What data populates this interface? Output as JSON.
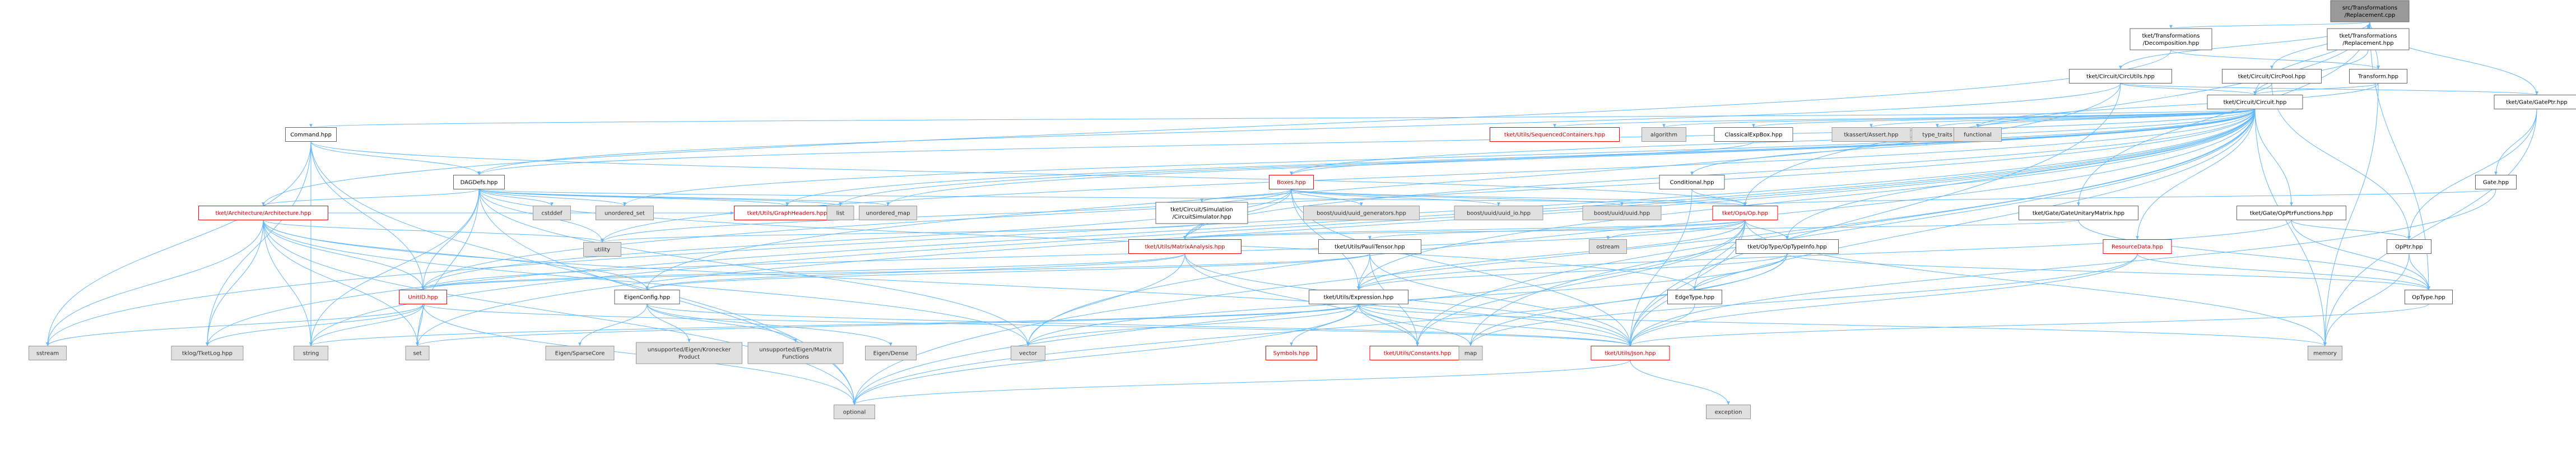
{
  "colors": {
    "root_fill": "#999999",
    "root_stroke": "#666666",
    "doc_fill": "#ffffff",
    "doc_stroke": "#666666",
    "ext_fill": "#e0e0e0",
    "ext_stroke": "#999999",
    "red_stroke": "#ff0000",
    "edge": "#63b8ff"
  },
  "nodes": [
    {
      "id": "root",
      "lines": [
        "src/Transformations",
        "/Replacement.cpp"
      ],
      "kind": "root"
    },
    {
      "id": "decomp",
      "lines": [
        "tket/Transformations",
        "/Decomposition.hpp"
      ],
      "kind": "doc"
    },
    {
      "id": "replhpp",
      "lines": [
        "tket/Transformations",
        "/Replacement.hpp"
      ],
      "kind": "doc"
    },
    {
      "id": "circutils",
      "lines": [
        "tket/Circuit/CircUtils.hpp"
      ],
      "kind": "doc"
    },
    {
      "id": "circpool",
      "lines": [
        "tket/Circuit/CircPool.hpp"
      ],
      "kind": "doc"
    },
    {
      "id": "transform",
      "lines": [
        "Transform.hpp"
      ],
      "kind": "doc"
    },
    {
      "id": "circuit",
      "lines": [
        "tket/Circuit/Circuit.hpp"
      ],
      "kind": "doc"
    },
    {
      "id": "gateptr",
      "lines": [
        "tket/Gate/GatePtr.hpp"
      ],
      "kind": "doc"
    },
    {
      "id": "command",
      "lines": [
        "Command.hpp"
      ],
      "kind": "doc"
    },
    {
      "id": "seqcont",
      "lines": [
        "tket/Utils/SequencedContainers.hpp"
      ],
      "kind": "red"
    },
    {
      "id": "algorithm",
      "lines": [
        "algorithm"
      ],
      "kind": "ext"
    },
    {
      "id": "classexp",
      "lines": [
        "ClassicalExpBox.hpp"
      ],
      "kind": "doc"
    },
    {
      "id": "tkassert",
      "lines": [
        "tkassert/Assert.hpp"
      ],
      "kind": "ext"
    },
    {
      "id": "typetraits",
      "lines": [
        "type_traits"
      ],
      "kind": "ext"
    },
    {
      "id": "functional",
      "lines": [
        "functional"
      ],
      "kind": "ext"
    },
    {
      "id": "dagdefs",
      "lines": [
        "DAGDefs.hpp"
      ],
      "kind": "doc"
    },
    {
      "id": "boxes",
      "lines": [
        "Boxes.hpp"
      ],
      "kind": "red"
    },
    {
      "id": "conditional",
      "lines": [
        "Conditional.hpp"
      ],
      "kind": "doc"
    },
    {
      "id": "gatehpp",
      "lines": [
        "Gate.hpp"
      ],
      "kind": "doc"
    },
    {
      "id": "architecture",
      "lines": [
        "tket/Architecture/Architecture.hpp"
      ],
      "kind": "red"
    },
    {
      "id": "cstddef",
      "lines": [
        "cstddef"
      ],
      "kind": "ext"
    },
    {
      "id": "unordered_set",
      "lines": [
        "unordered_set"
      ],
      "kind": "ext"
    },
    {
      "id": "graphheaders",
      "lines": [
        "tket/Utils/GraphHeaders.hpp"
      ],
      "kind": "red"
    },
    {
      "id": "list",
      "lines": [
        "list"
      ],
      "kind": "ext"
    },
    {
      "id": "unordered_map",
      "lines": [
        "unordered_map"
      ],
      "kind": "ext"
    },
    {
      "id": "circsim",
      "lines": [
        "tket/Circuit/Simulation",
        "/CircuitSimulator.hpp"
      ],
      "kind": "doc"
    },
    {
      "id": "uuidgen",
      "lines": [
        "boost/uuid/uuid_generators.hpp"
      ],
      "kind": "ext"
    },
    {
      "id": "uuidio",
      "lines": [
        "boost/uuid/uuid_io.hpp"
      ],
      "kind": "ext"
    },
    {
      "id": "uuid",
      "lines": [
        "boost/uuid/uuid.hpp"
      ],
      "kind": "ext"
    },
    {
      "id": "opop",
      "lines": [
        "tket/Ops/Op.hpp"
      ],
      "kind": "red"
    },
    {
      "id": "gateunitary",
      "lines": [
        "tket/Gate/GateUnitaryMatrix.hpp"
      ],
      "kind": "doc"
    },
    {
      "id": "opptrfunc",
      "lines": [
        "tket/Gate/OpPtrFunctions.hpp"
      ],
      "kind": "doc"
    },
    {
      "id": "utility",
      "lines": [
        "utility"
      ],
      "kind": "ext"
    },
    {
      "id": "matrixanalysis",
      "lines": [
        "tket/Utils/MatrixAnalysis.hpp"
      ],
      "kind": "red"
    },
    {
      "id": "paulitensor",
      "lines": [
        "tket/Utils/PauliTensor.hpp"
      ],
      "kind": "doc"
    },
    {
      "id": "ostream",
      "lines": [
        "ostream"
      ],
      "kind": "ext"
    },
    {
      "id": "optypeinfo",
      "lines": [
        "tket/OpType/OpTypeInfo.hpp"
      ],
      "kind": "doc"
    },
    {
      "id": "resourcedata",
      "lines": [
        "ResourceData.hpp"
      ],
      "kind": "red"
    },
    {
      "id": "opptr",
      "lines": [
        "OpPtr.hpp"
      ],
      "kind": "doc"
    },
    {
      "id": "unitid",
      "lines": [
        "UnitID.hpp"
      ],
      "kind": "red"
    },
    {
      "id": "eigenconfig",
      "lines": [
        "EigenConfig.hpp"
      ],
      "kind": "doc"
    },
    {
      "id": "expression",
      "lines": [
        "tket/Utils/Expression.hpp"
      ],
      "kind": "doc"
    },
    {
      "id": "edgetype",
      "lines": [
        "EdgeType.hpp"
      ],
      "kind": "doc"
    },
    {
      "id": "optype",
      "lines": [
        "OpType.hpp"
      ],
      "kind": "doc"
    },
    {
      "id": "sstream",
      "lines": [
        "sstream"
      ],
      "kind": "ext"
    },
    {
      "id": "tklog",
      "lines": [
        "tklog/TketLog.hpp"
      ],
      "kind": "ext"
    },
    {
      "id": "string",
      "lines": [
        "string"
      ],
      "kind": "ext"
    },
    {
      "id": "set",
      "lines": [
        "set"
      ],
      "kind": "ext"
    },
    {
      "id": "eigensparse",
      "lines": [
        "Eigen/SparseCore"
      ],
      "kind": "ext"
    },
    {
      "id": "kronecker",
      "lines": [
        "unsupported/Eigen/Kronecker",
        "Product"
      ],
      "kind": "ext"
    },
    {
      "id": "matrixfunctions",
      "lines": [
        "unsupported/Eigen/Matrix",
        "Functions"
      ],
      "kind": "ext"
    },
    {
      "id": "eigendense",
      "lines": [
        "Eigen/Dense"
      ],
      "kind": "ext"
    },
    {
      "id": "vector",
      "lines": [
        "vector"
      ],
      "kind": "ext"
    },
    {
      "id": "symbols",
      "lines": [
        "Symbols.hpp"
      ],
      "kind": "red"
    },
    {
      "id": "constants",
      "lines": [
        "tket/Utils/Constants.hpp"
      ],
      "kind": "red"
    },
    {
      "id": "map",
      "lines": [
        "map"
      ],
      "kind": "ext"
    },
    {
      "id": "json",
      "lines": [
        "tket/Utils/Json.hpp"
      ],
      "kind": "red"
    },
    {
      "id": "memory",
      "lines": [
        "memory"
      ],
      "kind": "ext"
    },
    {
      "id": "optional",
      "lines": [
        "optional"
      ],
      "kind": "ext"
    },
    {
      "id": "exception",
      "lines": [
        "exception"
      ],
      "kind": "ext"
    }
  ],
  "edges": [
    [
      "root",
      "decomp"
    ],
    [
      "root",
      "replhpp"
    ],
    [
      "root",
      "circutils"
    ],
    [
      "root",
      "circpool"
    ],
    [
      "root",
      "transform"
    ],
    [
      "root",
      "circuit"
    ],
    [
      "root",
      "gateptr"
    ],
    [
      "root",
      "gateunitary"
    ],
    [
      "root",
      "opop"
    ],
    [
      "root",
      "optype"
    ],
    [
      "decomp",
      "transform"
    ],
    [
      "decomp",
      "architecture"
    ],
    [
      "replhpp",
      "circuit"
    ],
    [
      "circutils",
      "circuit"
    ],
    [
      "circutils",
      "dagdefs"
    ],
    [
      "circutils",
      "gateptr"
    ],
    [
      "circutils",
      "eigenconfig"
    ],
    [
      "circutils",
      "json"
    ],
    [
      "circpool",
      "circuit"
    ],
    [
      "circpool",
      "opptr"
    ],
    [
      "transform",
      "circuit"
    ],
    [
      "transform",
      "functional"
    ],
    [
      "transform",
      "memory"
    ],
    [
      "gateptr",
      "gatehpp"
    ],
    [
      "gateptr",
      "opptr"
    ],
    [
      "gateptr",
      "memory"
    ],
    [
      "gatehpp",
      "opop"
    ],
    [
      "gatehpp",
      "json"
    ],
    [
      "circuit",
      "command"
    ],
    [
      "circuit",
      "seqcont"
    ],
    [
      "circuit",
      "algorithm"
    ],
    [
      "circuit",
      "classexp"
    ],
    [
      "circuit",
      "tkassert"
    ],
    [
      "circuit",
      "typetraits"
    ],
    [
      "circuit",
      "functional"
    ],
    [
      "circuit",
      "boxes"
    ],
    [
      "circuit",
      "conditional"
    ],
    [
      "circuit",
      "dagdefs"
    ],
    [
      "circuit",
      "graphheaders"
    ],
    [
      "circuit",
      "list"
    ],
    [
      "circuit",
      "unordered_map"
    ],
    [
      "circuit",
      "unordered_set"
    ],
    [
      "circuit",
      "resourcedata"
    ],
    [
      "circuit",
      "opptrfunc"
    ],
    [
      "circuit",
      "matrixanalysis"
    ],
    [
      "circuit",
      "json"
    ],
    [
      "circuit",
      "optional"
    ],
    [
      "circuit",
      "sstream"
    ],
    [
      "circuit",
      "string"
    ],
    [
      "circuit",
      "vector"
    ],
    [
      "circuit",
      "map"
    ],
    [
      "circuit",
      "memory"
    ],
    [
      "circuit",
      "tklog"
    ],
    [
      "circuit",
      "set"
    ],
    [
      "circuit",
      "utility"
    ],
    [
      "circuit",
      "expression"
    ],
    [
      "circuit",
      "constants"
    ],
    [
      "circuit",
      "optypeinfo"
    ],
    [
      "circuit",
      "unitid"
    ],
    [
      "command",
      "dagdefs"
    ],
    [
      "command",
      "opop"
    ],
    [
      "command",
      "unitid"
    ],
    [
      "command",
      "sstream"
    ],
    [
      "command",
      "string"
    ],
    [
      "command",
      "tklog"
    ],
    [
      "command",
      "optional"
    ],
    [
      "classexp",
      "boxes"
    ],
    [
      "conditional",
      "opop"
    ],
    [
      "conditional",
      "json"
    ],
    [
      "boxes",
      "circsim"
    ],
    [
      "boxes",
      "uuidgen"
    ],
    [
      "boxes",
      "uuidio"
    ],
    [
      "boxes",
      "uuid"
    ],
    [
      "boxes",
      "opop"
    ],
    [
      "boxes",
      "utility"
    ],
    [
      "boxes",
      "matrixanalysis"
    ],
    [
      "boxes",
      "json"
    ],
    [
      "boxes",
      "unitid"
    ],
    [
      "boxes",
      "expression"
    ],
    [
      "dagdefs",
      "architecture"
    ],
    [
      "dagdefs",
      "cstddef"
    ],
    [
      "dagdefs",
      "unordered_set"
    ],
    [
      "dagdefs",
      "graphheaders"
    ],
    [
      "dagdefs",
      "list"
    ],
    [
      "dagdefs",
      "unordered_map"
    ],
    [
      "dagdefs",
      "unitid"
    ],
    [
      "dagdefs",
      "edgetype"
    ],
    [
      "dagdefs",
      "opop"
    ],
    [
      "dagdefs",
      "utility"
    ],
    [
      "dagdefs",
      "vector"
    ],
    [
      "dagdefs",
      "set"
    ],
    [
      "dagdefs",
      "optional"
    ],
    [
      "dagdefs",
      "string"
    ],
    [
      "architecture",
      "unitid"
    ],
    [
      "architecture",
      "eigenconfig"
    ],
    [
      "architecture",
      "graphheaders"
    ],
    [
      "architecture",
      "json"
    ],
    [
      "architecture",
      "tklog"
    ],
    [
      "architecture",
      "set"
    ],
    [
      "architecture",
      "string"
    ],
    [
      "architecture",
      "vector"
    ],
    [
      "architecture",
      "utility"
    ],
    [
      "architecture",
      "sstream"
    ],
    [
      "architecture",
      "optional"
    ],
    [
      "circsim",
      "matrixanalysis"
    ],
    [
      "circsim",
      "utility"
    ],
    [
      "opop",
      "ostream"
    ],
    [
      "opop",
      "optypeinfo"
    ],
    [
      "opop",
      "paulitensor"
    ],
    [
      "opop",
      "unitid"
    ],
    [
      "opop",
      "json"
    ],
    [
      "opop",
      "expression"
    ],
    [
      "opop",
      "constants"
    ],
    [
      "opop",
      "optional"
    ],
    [
      "opop",
      "memory"
    ],
    [
      "opop",
      "edgetype"
    ],
    [
      "opop",
      "matrixanalysis"
    ],
    [
      "gateunitary",
      "optype"
    ],
    [
      "gateunitary",
      "matrixanalysis"
    ],
    [
      "opptrfunc",
      "opptr"
    ],
    [
      "opptrfunc",
      "optype"
    ],
    [
      "opptrfunc",
      "expression"
    ],
    [
      "matrixanalysis",
      "unitid"
    ],
    [
      "matrixanalysis",
      "eigenconfig"
    ],
    [
      "matrixanalysis",
      "constants"
    ],
    [
      "matrixanalysis",
      "vector"
    ],
    [
      "matrixanalysis",
      "json"
    ],
    [
      "paulitensor",
      "unitid"
    ],
    [
      "paulitensor",
      "eigenconfig"
    ],
    [
      "paulitensor",
      "expression"
    ],
    [
      "paulitensor",
      "json"
    ],
    [
      "paulitensor",
      "constants"
    ],
    [
      "optypeinfo",
      "optype"
    ],
    [
      "optypeinfo",
      "edgetype"
    ],
    [
      "optypeinfo",
      "expression"
    ],
    [
      "optypeinfo",
      "map"
    ],
    [
      "optypeinfo",
      "vector"
    ],
    [
      "optypeinfo",
      "optional"
    ],
    [
      "resourcedata",
      "optype"
    ],
    [
      "resourcedata",
      "json"
    ],
    [
      "resourcedata",
      "map"
    ],
    [
      "opptr",
      "optype"
    ],
    [
      "opptr",
      "memory"
    ],
    [
      "unitid",
      "json"
    ],
    [
      "unitid",
      "tklog"
    ],
    [
      "unitid",
      "sstream"
    ],
    [
      "unitid",
      "string"
    ],
    [
      "unitid",
      "set"
    ],
    [
      "unitid",
      "optional"
    ],
    [
      "eigenconfig",
      "eigensparse"
    ],
    [
      "eigenconfig",
      "kronecker"
    ],
    [
      "eigenconfig",
      "matrixfunctions"
    ],
    [
      "eigenconfig",
      "eigendense"
    ],
    [
      "eigenconfig",
      "json"
    ],
    [
      "expression",
      "symbols"
    ],
    [
      "expression",
      "constants"
    ],
    [
      "expression",
      "json"
    ],
    [
      "expression",
      "map"
    ],
    [
      "expression",
      "memory"
    ],
    [
      "expression",
      "set"
    ],
    [
      "expression",
      "string"
    ],
    [
      "expression",
      "vector"
    ],
    [
      "expression",
      "optional"
    ],
    [
      "edgetype",
      "json"
    ],
    [
      "optype",
      "json"
    ],
    [
      "json",
      "optional"
    ],
    [
      "json",
      "exception"
    ]
  ]
}
